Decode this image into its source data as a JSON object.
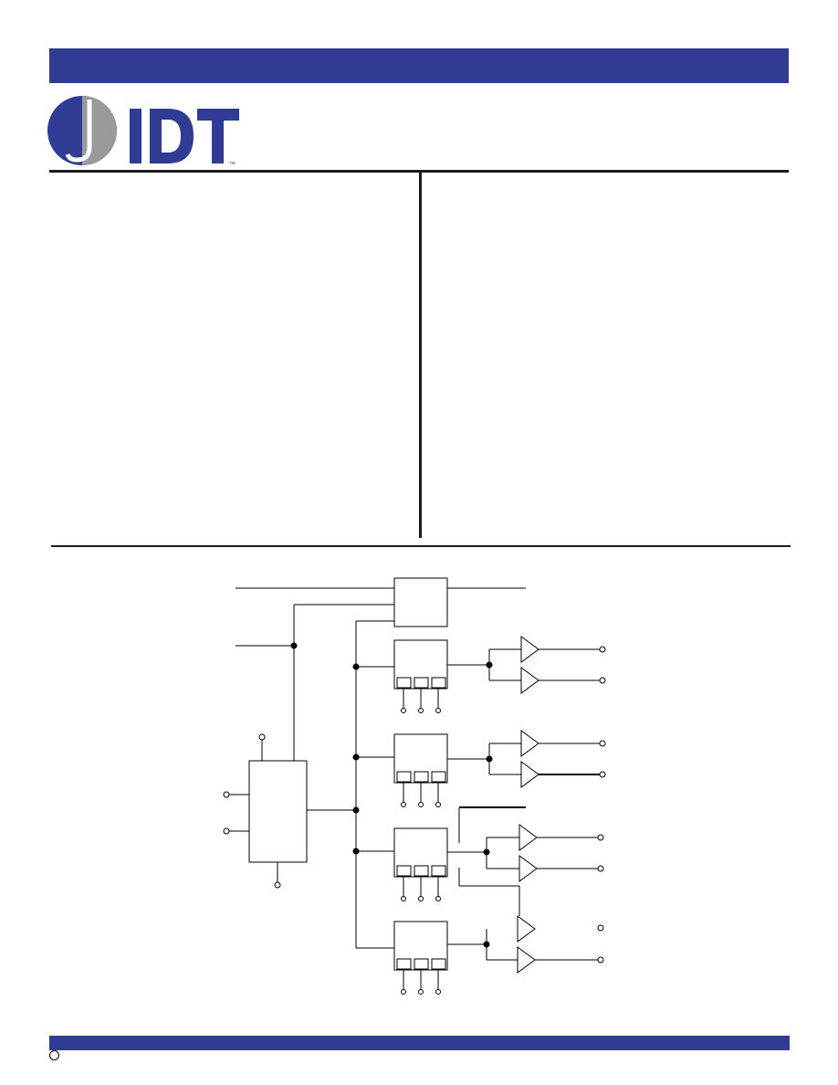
{
  "brand": {
    "logo_text": "IDT",
    "trademark": "™",
    "primary_color": "#2e3c93",
    "logo_gray": "#9a9a9a"
  },
  "colors": {
    "rule": "#1a1a1a",
    "diagram_stroke": "#000000"
  },
  "icons": {
    "logo": "idt-logo-icon",
    "copyright": "copyright-circle-icon"
  },
  "diagram": {
    "type": "block-diagram",
    "divider_blocks": 4,
    "output_buffers": 8,
    "select_pins_per_block": 3
  }
}
